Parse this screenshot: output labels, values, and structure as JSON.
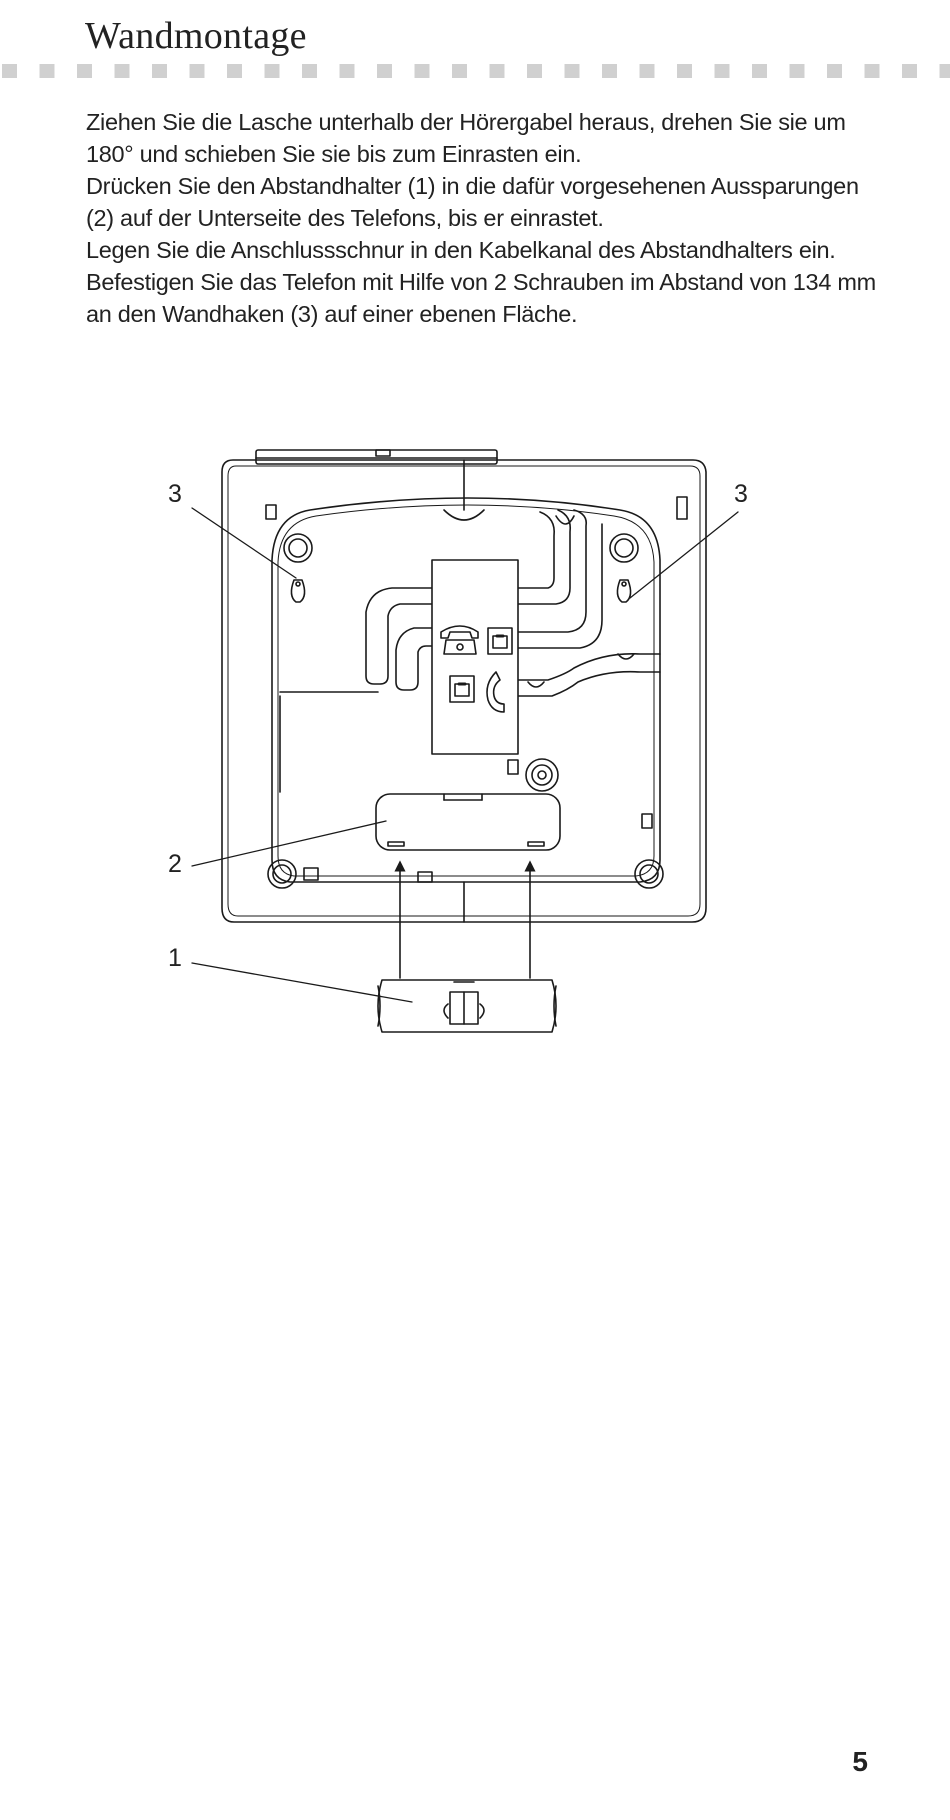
{
  "page": {
    "title": "Wandmontage",
    "paragraphs": [
      "Ziehen Sie die Lasche unterhalb der Hörergabel heraus, drehen Sie sie um 180° und schieben Sie sie bis zum Einrasten ein.",
      "Drücken Sie den Abstandhalter (1) in die dafür vorgesehenen Aussparungen (2) auf der Unterseite des Telefons, bis er einrastet.",
      "Legen Sie die Anschlussschnur in den Kabelkanal des Abstandhalters ein.",
      "Befestigen Sie das Telefon mit Hilfe von 2 Schrauben im Abstand von 134 mm an den Wandhaken (3) auf einer ebenen Fläche."
    ],
    "page_number": "5"
  },
  "figure": {
    "callouts": {
      "wall_hook_left": "3",
      "wall_hook_right": "3",
      "recess": "2",
      "spacer": "1"
    }
  },
  "colors": {
    "text": "#222222",
    "dots": "#d0d0d0",
    "line": "#1a1a1a"
  }
}
